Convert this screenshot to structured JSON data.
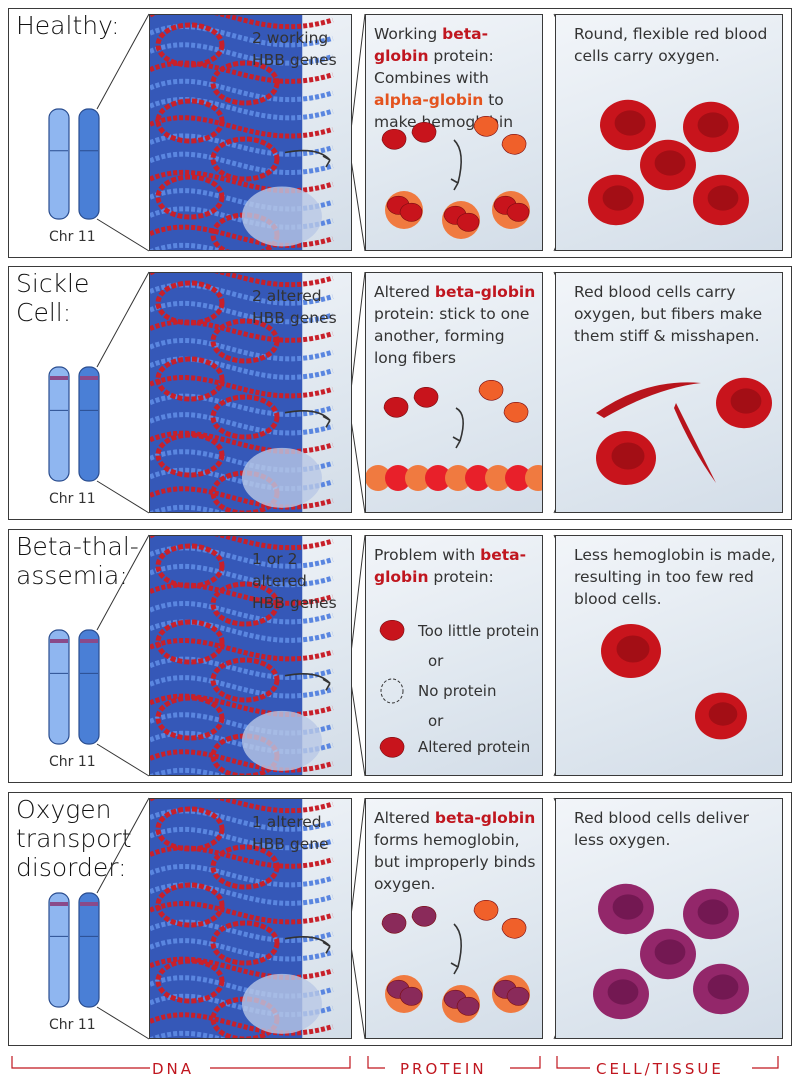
{
  "rows": [
    {
      "label": "Healthy:",
      "chr": "Chr 11",
      "dna": "2 working\nHBB genes",
      "protein": {
        "pre": "Working ",
        "beta": "beta-globin",
        "mid": " protein: Combines with ",
        "alpha": "alpha-globin",
        "post": " to make hemoglobin"
      },
      "cell": "Round, flexible red blood cells carry oxygen."
    },
    {
      "label": "Sickle\nCell:",
      "chr": "Chr 11",
      "dna": "2 altered\nHBB genes",
      "protein": {
        "pre": "Altered ",
        "beta": "beta-globin",
        "post": " protein: stick to one another, forming long fibers"
      },
      "cell": "Red blood cells carry oxygen, but fibers make them stiff & misshapen."
    },
    {
      "label": "Beta-thal-\nassemia:",
      "chr": "Chr 11",
      "dna": "1 or 2\naltered\nHBB genes",
      "protein": {
        "pre": "Problem with ",
        "beta": "beta-globin",
        "post": " protein:"
      },
      "options": [
        "Too little protein",
        "or",
        "No protein",
        "or",
        "Altered protein"
      ],
      "cell": "Less hemoglobin is made, resulting in too few red blood cells."
    },
    {
      "label": "Oxygen\ntransport\ndisorder:",
      "chr": "Chr 11",
      "dna": "1 altered\nHBB gene",
      "protein": {
        "pre": "Altered ",
        "beta": "beta-globin",
        "post": " forms hemoglobin, but improperly binds oxygen."
      },
      "cell": "Red blood cells deliver less oxygen."
    }
  ],
  "footer": {
    "dna": "DNA",
    "protein": "PROTEIN",
    "cell": "CELL/TISSUE"
  },
  "colors": {
    "accent": "#c0161f",
    "alpha": "#e4531e",
    "chromosome": "#5a8fe0",
    "cell_red": "#c8141c",
    "cell_purple": "#8a2a6a"
  }
}
